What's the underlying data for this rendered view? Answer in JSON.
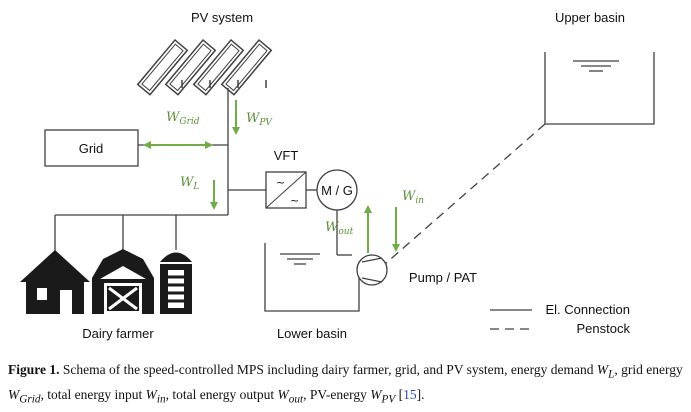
{
  "labels": {
    "pv_system": "PV system",
    "upper_basin": "Upper basin",
    "grid": "Grid",
    "vft": "VFT",
    "mg": "M / G",
    "pump_pat": "Pump / PAT",
    "lower_basin": "Lower basin",
    "dairy_farmer": "Dairy farmer"
  },
  "flows": {
    "w_grid": {
      "main": "W",
      "sub": "Grid"
    },
    "w_pv": {
      "main": "W",
      "sub": "PV"
    },
    "w_l": {
      "main": "W",
      "sub": "L"
    },
    "w_in": {
      "main": "W",
      "sub": "in"
    },
    "w_out": {
      "main": "W",
      "sub": "out"
    }
  },
  "legend": {
    "el_connection": "El. Connection",
    "penstock": "Penstock"
  },
  "caption": {
    "prefix": "Figure 1.",
    "text1": " Schema of the speed-controlled MPS including dairy farmer, grid, and PV system, energy demand ",
    "wl": "W",
    "wl_sub": "L",
    "text2": ", grid energy ",
    "wgrid": "W",
    "wgrid_sub": "Grid",
    "text3": ", total energy input ",
    "win": "W",
    "win_sub": "in",
    "text4": ", total energy output ",
    "wout": "W",
    "wout_sub": "out",
    "text5": ",  PV-energy ",
    "wpv": "W",
    "wpv_sub": "PV",
    "text6": " [",
    "ref": "15",
    "text7": "]."
  },
  "colors": {
    "arrow": "#70ad47",
    "line": "#404040"
  }
}
